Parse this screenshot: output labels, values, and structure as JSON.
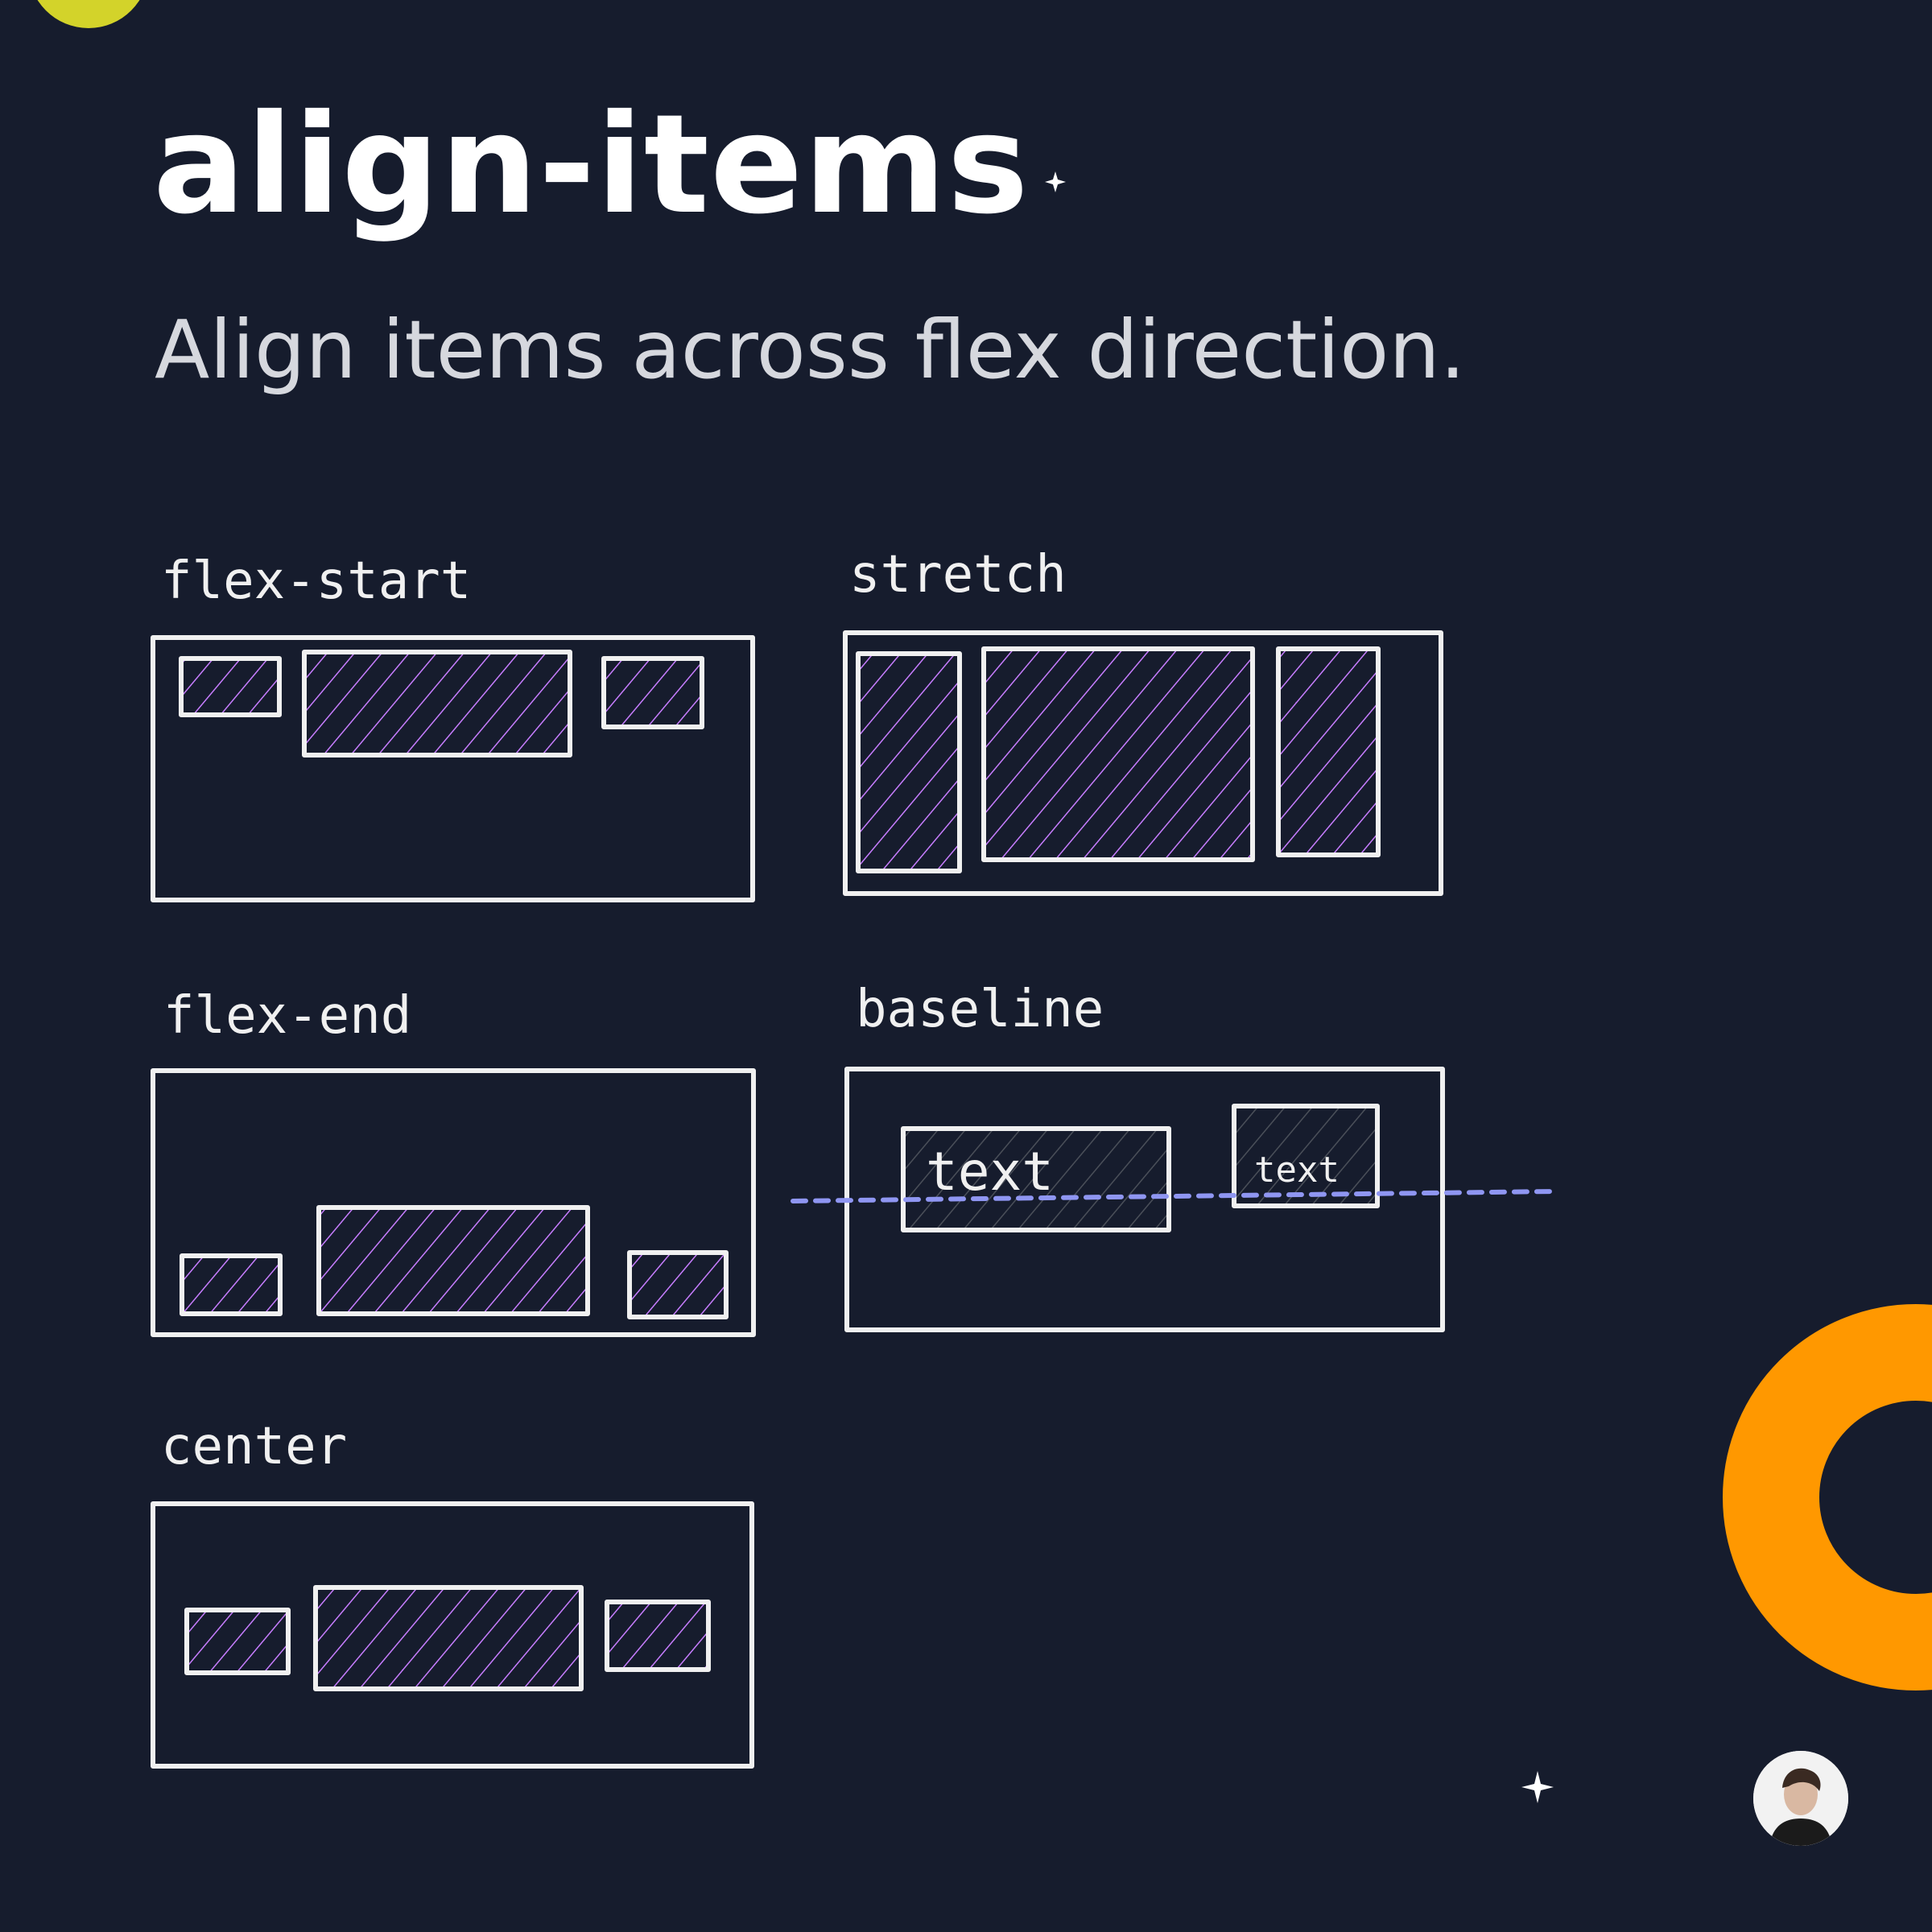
{
  "title": "align-items",
  "subtitle": "Align items across flex direction.",
  "panels": {
    "flex_start": {
      "label": "flex-start"
    },
    "stretch": {
      "label": "stretch"
    },
    "flex_end": {
      "label": "flex-end"
    },
    "baseline": {
      "label": "baseline",
      "item_text_large": "text",
      "item_text_small": "text"
    },
    "center": {
      "label": "center"
    }
  },
  "colors": {
    "background": "#161c2d",
    "box_stroke": "#f0f0f0",
    "hatch": "#c77dff",
    "hatch_dim": "#4a4f59",
    "baseline_line": "#8f96f2",
    "accent_orange": "#ff9800",
    "accent_yellow": "#d3d32a"
  },
  "decorations": {
    "sparkle_icon": "sparkle-icon",
    "ring_shape": "orange-ring",
    "avatar": "author-avatar"
  }
}
